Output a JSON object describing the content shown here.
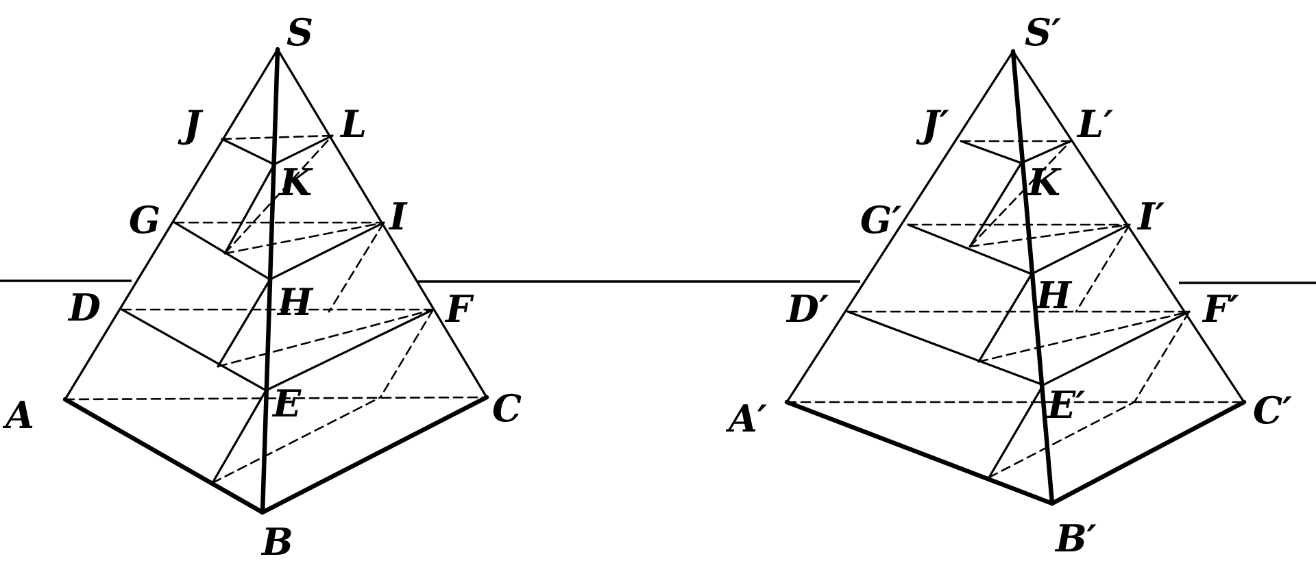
{
  "figure": {
    "left": {
      "labels": {
        "S": "S",
        "J": "J",
        "L": "L",
        "K": "K",
        "G": "G",
        "I": "I",
        "D": "D",
        "H": "H",
        "F": "F",
        "A": "A",
        "E": "E",
        "C": "C",
        "B": "B"
      }
    },
    "right": {
      "labels": {
        "S": "S′",
        "J": "J′",
        "L": "L′",
        "K": "K",
        "G": "G′",
        "I": "I′",
        "D": "D′",
        "H": "H",
        "F": "F′",
        "A": "A′",
        "E": "E′",
        "C": "C′",
        "B": "B′"
      }
    }
  }
}
